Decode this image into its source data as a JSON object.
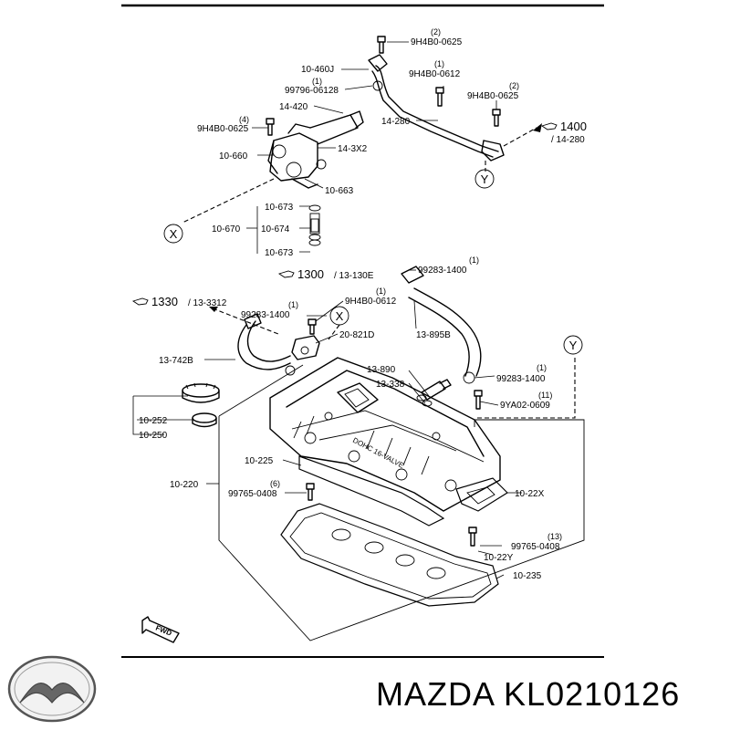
{
  "footer": {
    "brand": "MAZDA",
    "part_number": "KL0210126"
  },
  "callouts": [
    {
      "id": "c1",
      "text": "9H4B0-0625",
      "qty": "(2)"
    },
    {
      "id": "c2",
      "text": "10-460J"
    },
    {
      "id": "c3",
      "text": "9H4B0-0612",
      "qty": "(1)"
    },
    {
      "id": "c4",
      "text": "99796-06128",
      "qty": "(1)"
    },
    {
      "id": "c5",
      "text": "9H4B0-0625",
      "qty": "(2)"
    },
    {
      "id": "c6",
      "text": "14-420"
    },
    {
      "id": "c7",
      "text": "9H4B0-0625",
      "qty": "(4)"
    },
    {
      "id": "c8",
      "text": "14-280"
    },
    {
      "id": "c9",
      "text": "14-3X2"
    },
    {
      "id": "c10",
      "text": "10-660"
    },
    {
      "id": "c11",
      "text": "10-663"
    },
    {
      "id": "c12",
      "text": "10-673"
    },
    {
      "id": "c13",
      "text": "10-670"
    },
    {
      "id": "c14",
      "text": "10-674"
    },
    {
      "id": "c15",
      "text": "10-673"
    },
    {
      "id": "c16",
      "text": "99283-1400",
      "qty": "(1)"
    },
    {
      "id": "c17",
      "text": "9H4B0-0612",
      "qty": "(1)"
    },
    {
      "id": "c18",
      "text": "99283-1400",
      "qty": "(1)"
    },
    {
      "id": "c19",
      "text": "20-821D"
    },
    {
      "id": "c20",
      "text": "13-895B"
    },
    {
      "id": "c21",
      "text": "13-742B"
    },
    {
      "id": "c22",
      "text": "13-890"
    },
    {
      "id": "c23",
      "text": "13-338"
    },
    {
      "id": "c24",
      "text": "99283-1400",
      "qty": "(1)"
    },
    {
      "id": "c25",
      "text": "9YA02-0609",
      "qty": "(11)"
    },
    {
      "id": "c26",
      "text": "10-252"
    },
    {
      "id": "c27",
      "text": "10-250"
    },
    {
      "id": "c28",
      "text": "10-225"
    },
    {
      "id": "c29",
      "text": "10-220"
    },
    {
      "id": "c30",
      "text": "99765-0408",
      "qty": "(6)"
    },
    {
      "id": "c31",
      "text": "10-22X"
    },
    {
      "id": "c32",
      "text": "99765-0408",
      "qty": "(13)"
    },
    {
      "id": "c33",
      "text": "10-22Y"
    },
    {
      "id": "c34",
      "text": "10-235"
    }
  ],
  "references": [
    {
      "id": "r1",
      "main": "1400",
      "sub": "/ 14-280"
    },
    {
      "id": "r2",
      "main": "1300",
      "sub": "/ 13-130E"
    },
    {
      "id": "r3",
      "main": "1330",
      "sub": "/ 13-3312"
    }
  ],
  "markers": [
    {
      "id": "m1",
      "letter": "Y"
    },
    {
      "id": "m2",
      "letter": "X"
    },
    {
      "id": "m3",
      "letter": "X"
    },
    {
      "id": "m4",
      "letter": "Y"
    }
  ],
  "cover_text": "DOHC 16-VALVE",
  "fwd_label": "FWD"
}
